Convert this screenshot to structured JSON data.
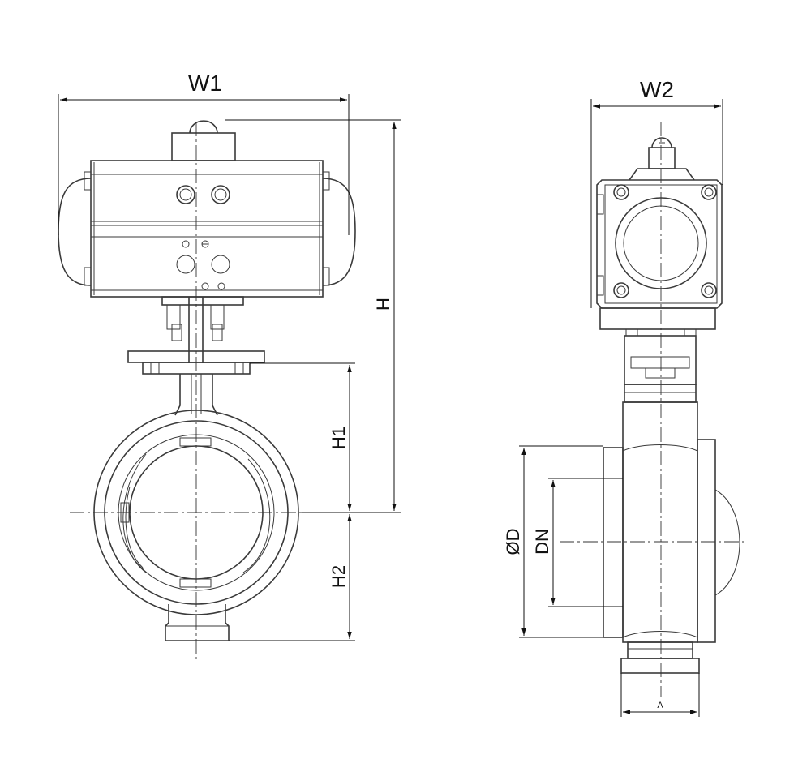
{
  "colors": {
    "line": "#3a3a3a",
    "dimension": "#111111",
    "background": "#ffffff"
  },
  "labels": {
    "w1": "W1",
    "w2": "W2",
    "h": "H",
    "h1": "H1",
    "h2": "H2",
    "od": "ØD",
    "dn": "DN",
    "a": "A"
  }
}
